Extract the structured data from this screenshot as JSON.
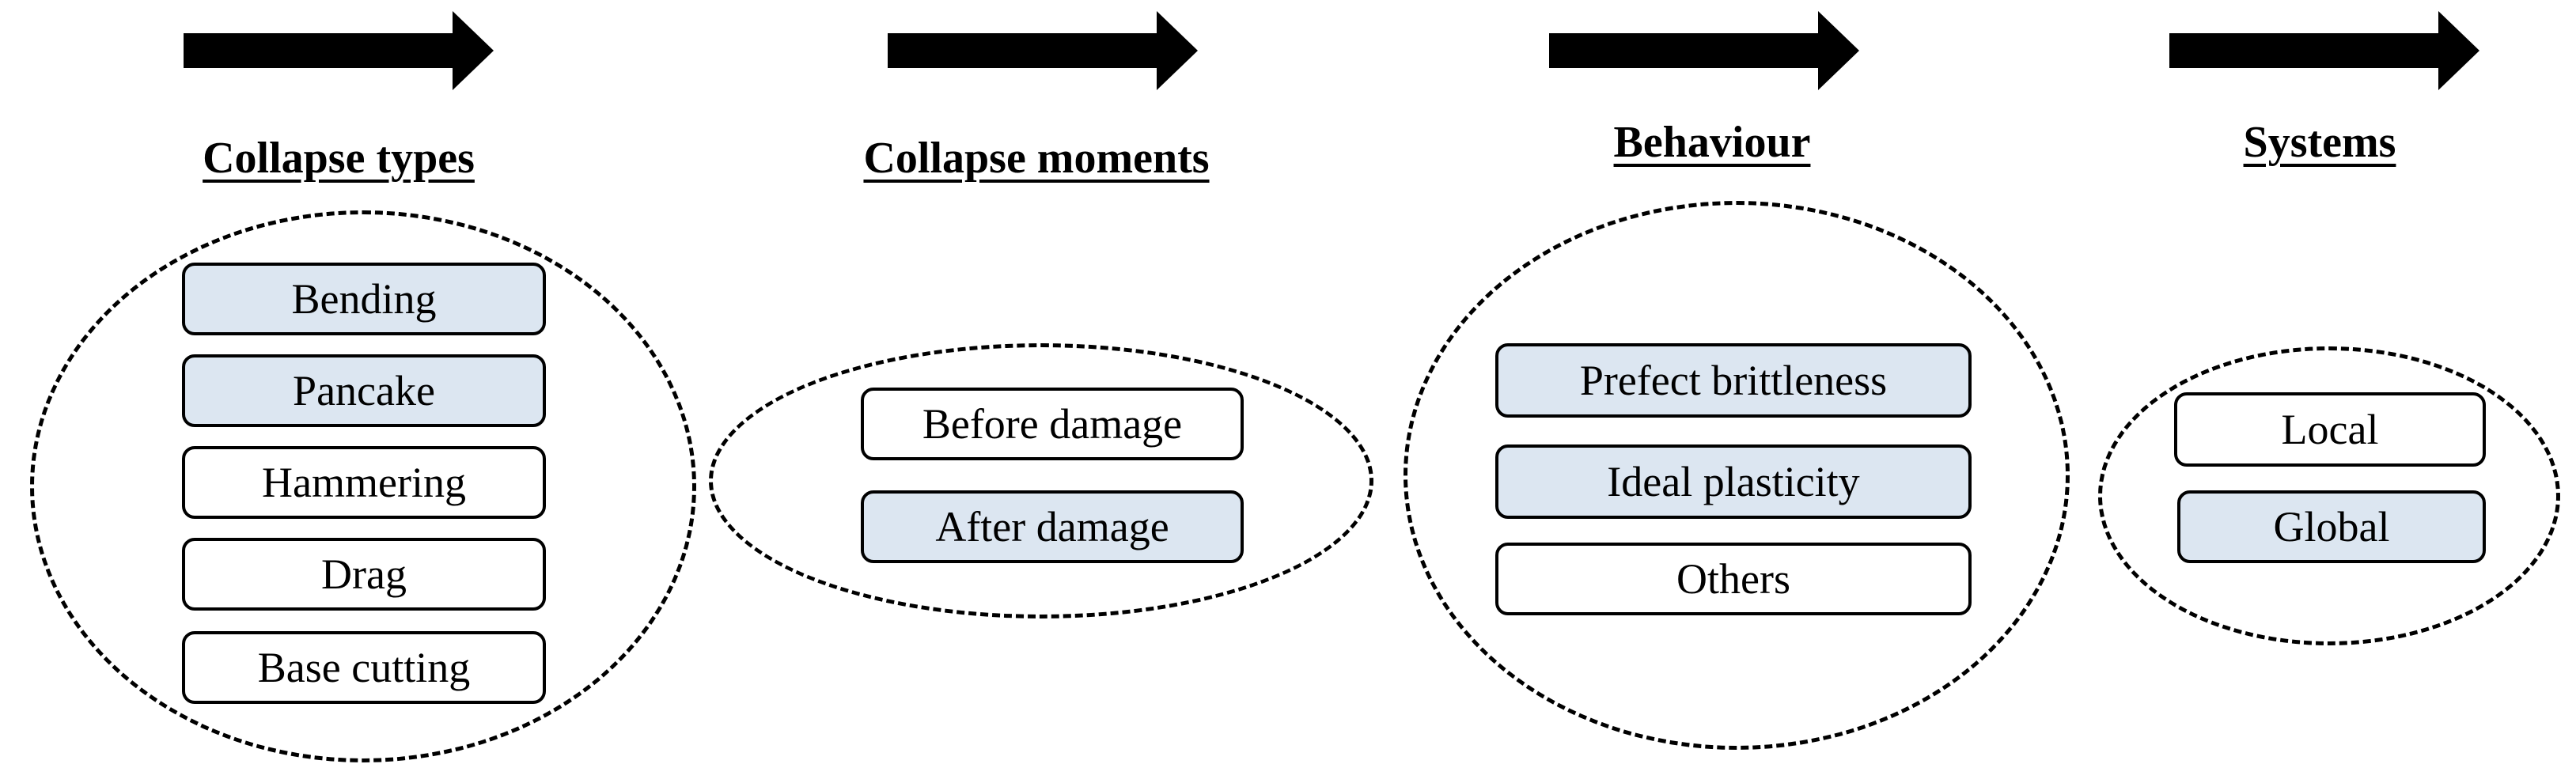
{
  "colors": {
    "highlight_fill": "#dce6f1",
    "plain_fill": "#ffffff",
    "stroke": "#000000"
  },
  "groups": [
    {
      "heading": "Collapse types",
      "items": [
        {
          "label": "Bending",
          "highlighted": true
        },
        {
          "label": "Pancake",
          "highlighted": true
        },
        {
          "label": "Hammering",
          "highlighted": false
        },
        {
          "label": "Drag",
          "highlighted": false
        },
        {
          "label": "Base cutting",
          "highlighted": false
        }
      ]
    },
    {
      "heading": "Collapse moments",
      "items": [
        {
          "label": "Before damage",
          "highlighted": false
        },
        {
          "label": "After damage",
          "highlighted": true
        }
      ]
    },
    {
      "heading": "Behaviour",
      "items": [
        {
          "label": "Prefect brittleness",
          "highlighted": true
        },
        {
          "label": "Ideal plasticity",
          "highlighted": true
        },
        {
          "label": "Others",
          "highlighted": false
        }
      ]
    },
    {
      "heading": "Systems",
      "items": [
        {
          "label": "Local",
          "highlighted": false
        },
        {
          "label": "Global",
          "highlighted": true
        }
      ]
    }
  ]
}
